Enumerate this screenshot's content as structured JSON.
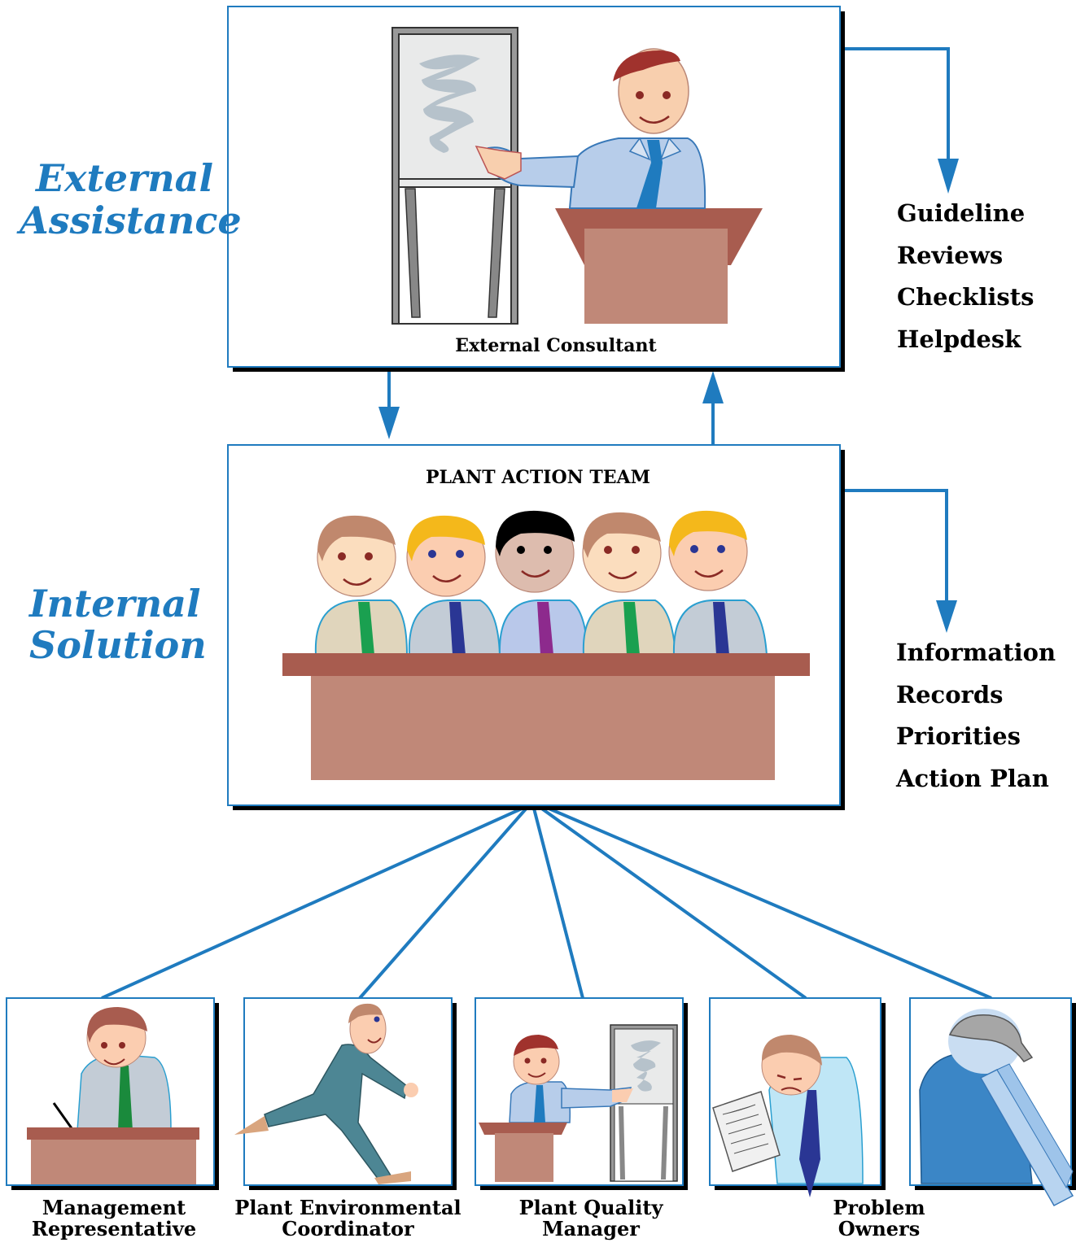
{
  "labels": {
    "external_line1": "External",
    "external_line2": "Assistance",
    "internal_line1": "Internal",
    "internal_line2": "Solution"
  },
  "consultant_box": {
    "caption": "External Consultant"
  },
  "team_box": {
    "caption": "PLANT ACTION TEAM"
  },
  "external_outputs": [
    "Guideline",
    "Reviews",
    "Checklists",
    "Helpdesk"
  ],
  "internal_outputs": [
    "Information",
    "Records",
    "Priorities",
    "Action Plan"
  ],
  "roles": [
    {
      "line1": "Management",
      "line2": "Representative"
    },
    {
      "line1": "Plant Environmental",
      "line2": "Coordinator"
    },
    {
      "line1": "Plant Quality",
      "line2": "Manager"
    },
    {
      "line1": "Problem",
      "line2": "Owners"
    }
  ],
  "colors": {
    "accent_blue": "#1f7bbf",
    "desk_top": "#a85c4f",
    "desk_body": "#c08878",
    "skin": "#f8cfae"
  }
}
